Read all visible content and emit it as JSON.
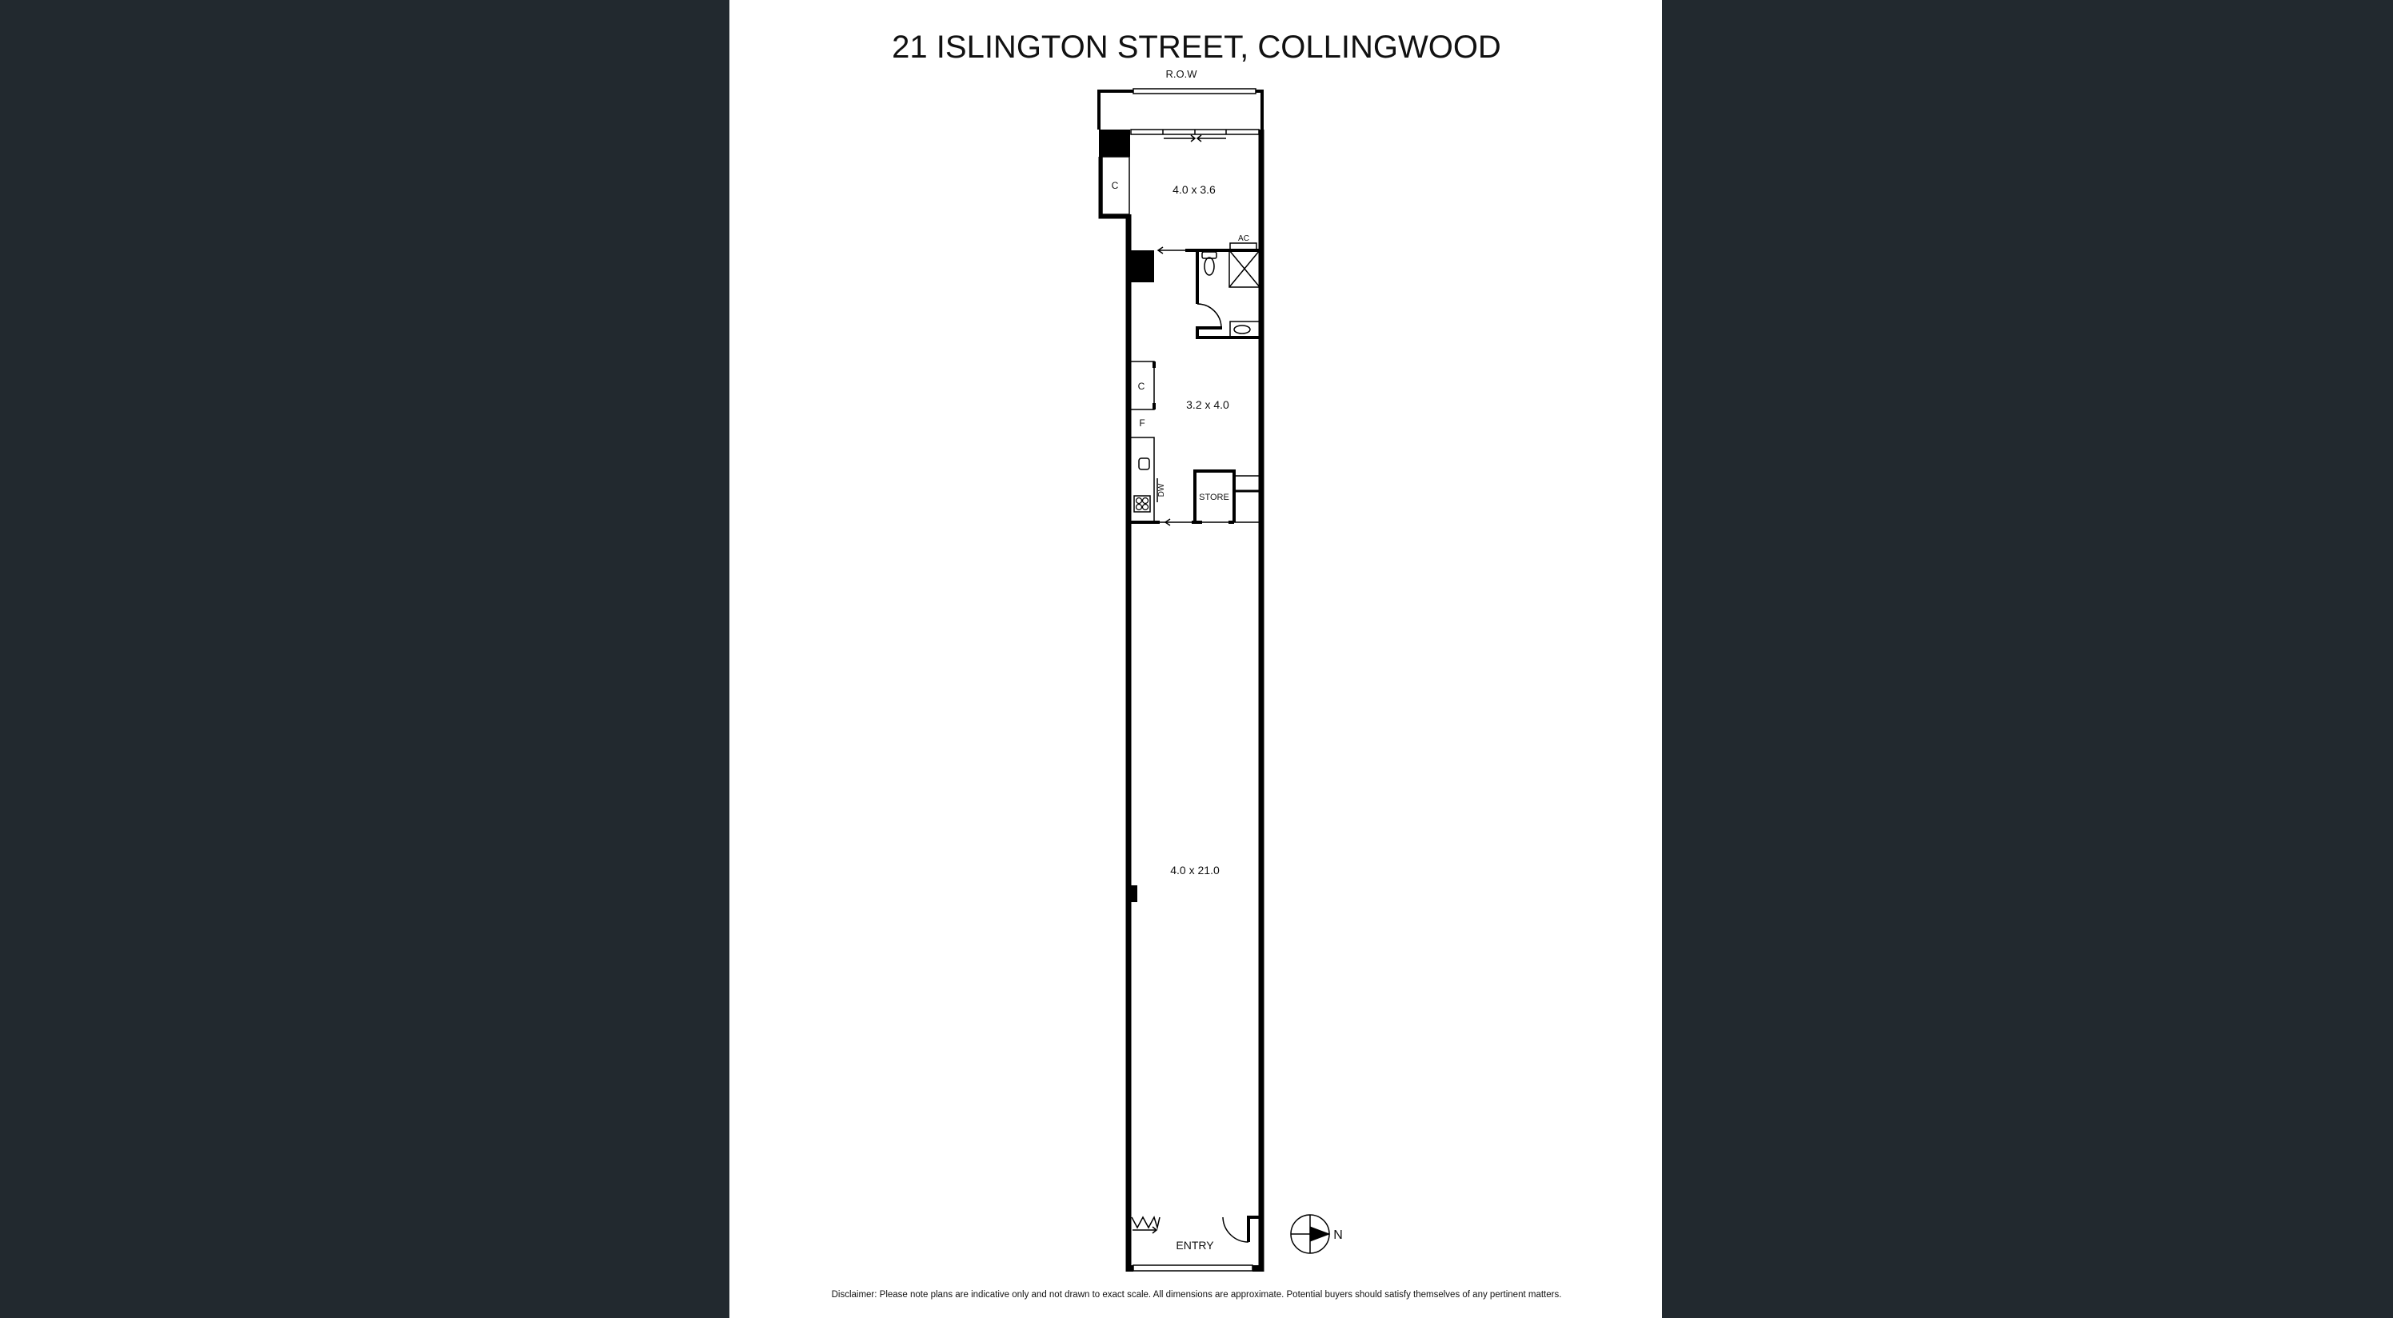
{
  "title": "21 ISLINGTON STREET, COLLINGWOOD",
  "labels": {
    "row": "R.O.W",
    "room_rear": "4.0 x 3.6",
    "cupboard_rear": "C",
    "ac": "AC",
    "room_kitchen": "3.2 x 4.0",
    "cupboard_kitchen": "C",
    "fridge": "F",
    "dishwasher": "DW",
    "store": "STORE",
    "room_main": "4.0 x 21.0",
    "entry": "ENTRY",
    "north": "N"
  },
  "disclaimer": "Disclaimer: Please note plans are indicative only and not drawn to exact scale. All dimensions are approximate. Potential buyers should satisfy themselves of any pertinent matters.",
  "colors": {
    "background": "#22292f",
    "sheet": "#ffffff",
    "ink": "#000000"
  }
}
